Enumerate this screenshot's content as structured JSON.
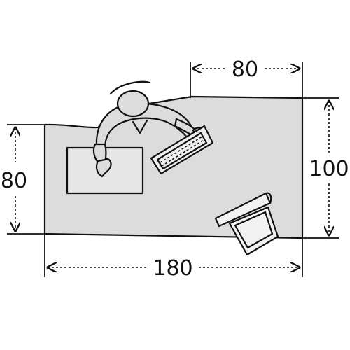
{
  "colors": {
    "desk_fill": "#dcdcdc",
    "stroke": "#111111",
    "background": "#ffffff",
    "paper_fill": "#e6e6e6",
    "keyboard_fill": "#eeeeee",
    "monitor_fill": "#f2f2f2"
  },
  "dimensions": {
    "top_width": "80",
    "bottom_width": "180",
    "left_depth": "80",
    "right_depth": "100"
  },
  "icons": {
    "person": "person-top-view-icon",
    "keyboard": "keyboard-icon",
    "monitor": "monitor-icon",
    "paper": "paper-sheet-icon"
  }
}
